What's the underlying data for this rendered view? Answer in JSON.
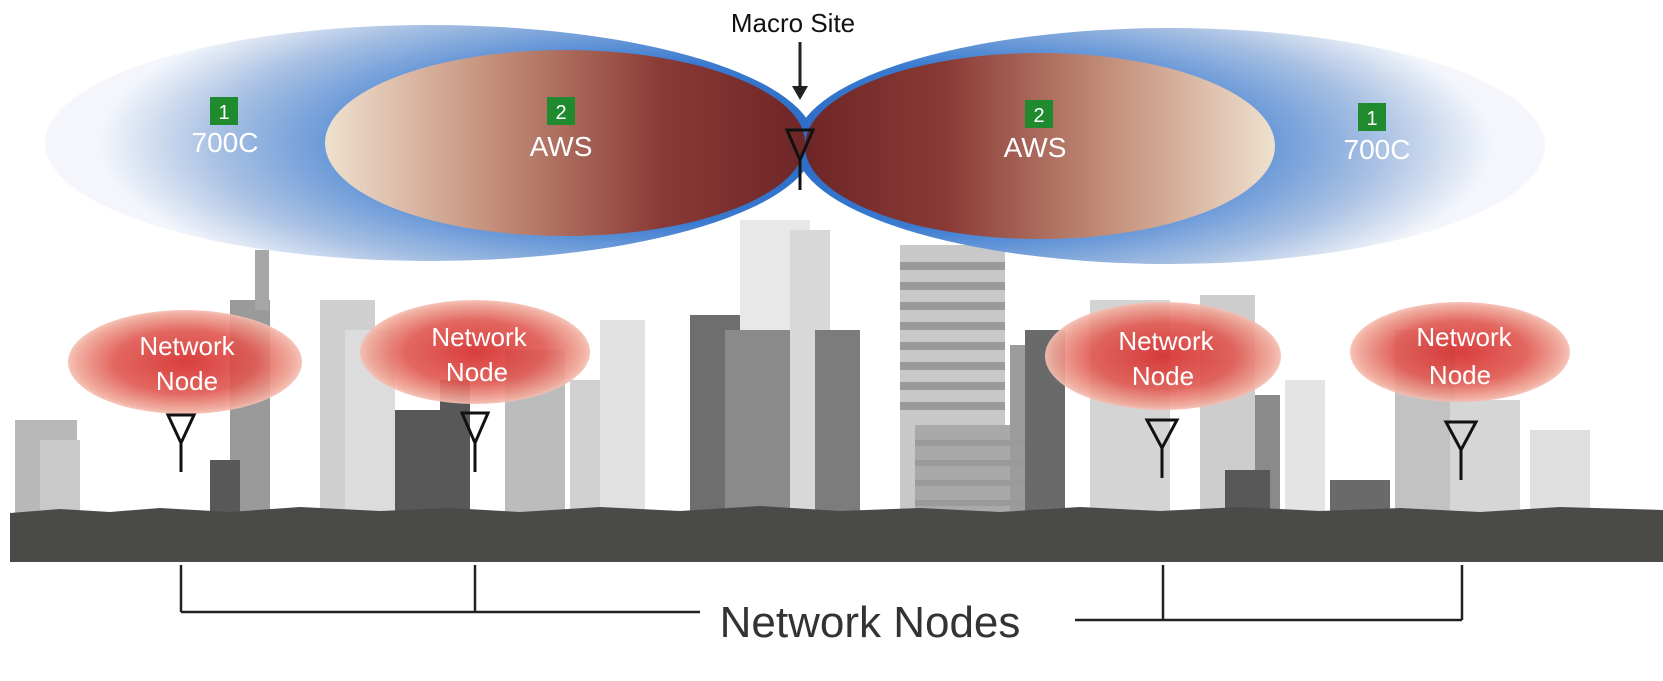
{
  "macro_site": {
    "label": "Macro Site"
  },
  "coverage": {
    "left_outer": {
      "badge": "1",
      "band": "700C"
    },
    "left_inner": {
      "badge": "2",
      "band": "AWS"
    },
    "right_inner": {
      "badge": "2",
      "band": "AWS"
    },
    "right_outer": {
      "badge": "1",
      "band": "700C"
    }
  },
  "network_nodes": [
    {
      "line1": "Network",
      "line2": "Node"
    },
    {
      "line1": "Network",
      "line2": "Node"
    },
    {
      "line1": "Network",
      "line2": "Node"
    },
    {
      "line1": "Network",
      "line2": "Node"
    }
  ],
  "caption": "Network Nodes",
  "colors": {
    "band_700c": "#2f6fc4",
    "band_aws": "#7a2a2a",
    "node_glow": "#d93a3a",
    "badge": "#1f8a2e",
    "skyline_dark": "#5a5a5a",
    "ground": "#4a4a48"
  }
}
